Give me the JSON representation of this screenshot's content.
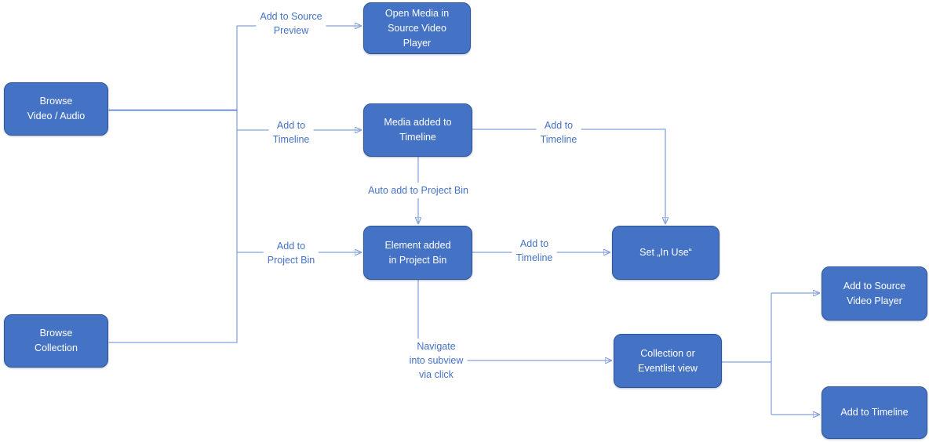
{
  "diagram": {
    "colors": {
      "node_fill": "#4472C4",
      "node_border": "#2F5597",
      "node_text": "#FFFFFF",
      "connector_line": "#85A2D9",
      "connector_emphasis": "#4472C4",
      "arrowhead": "#4472C4",
      "edge_label_text": "#4472C4",
      "background": "#FFFFFF"
    },
    "nodes": {
      "browse_video_audio": "Browse\nVideo / Audio",
      "browse_collection": "Browse\nCollection",
      "open_media_in_source_video_player": "Open Media in\nSource Video\nPlayer",
      "media_added_to_timeline": "Media added to\nTimeline",
      "element_added_in_project_bin": "Element added\nin Project Bin",
      "set_in_use": "Set „In Use“",
      "collection_or_eventlist_view": "Collection or\nEventlist view",
      "add_to_source_video_player": "Add to Source\nVideo Player",
      "add_to_timeline": "Add to Timeline"
    },
    "edge_labels": {
      "add_to_source_preview": "Add to Source\nPreview",
      "add_to_timeline_from_browse": "Add to\nTimeline",
      "add_to_project_bin": "Add to\nProject Bin",
      "auto_add_to_project_bin": "Auto add to Project Bin",
      "add_to_timeline_from_media": "Add to\nTimeline",
      "add_to_timeline_from_element": "Add to\nTimeline",
      "navigate_into_subview_via_click": "Navigate\ninto subview\nvia click"
    }
  }
}
